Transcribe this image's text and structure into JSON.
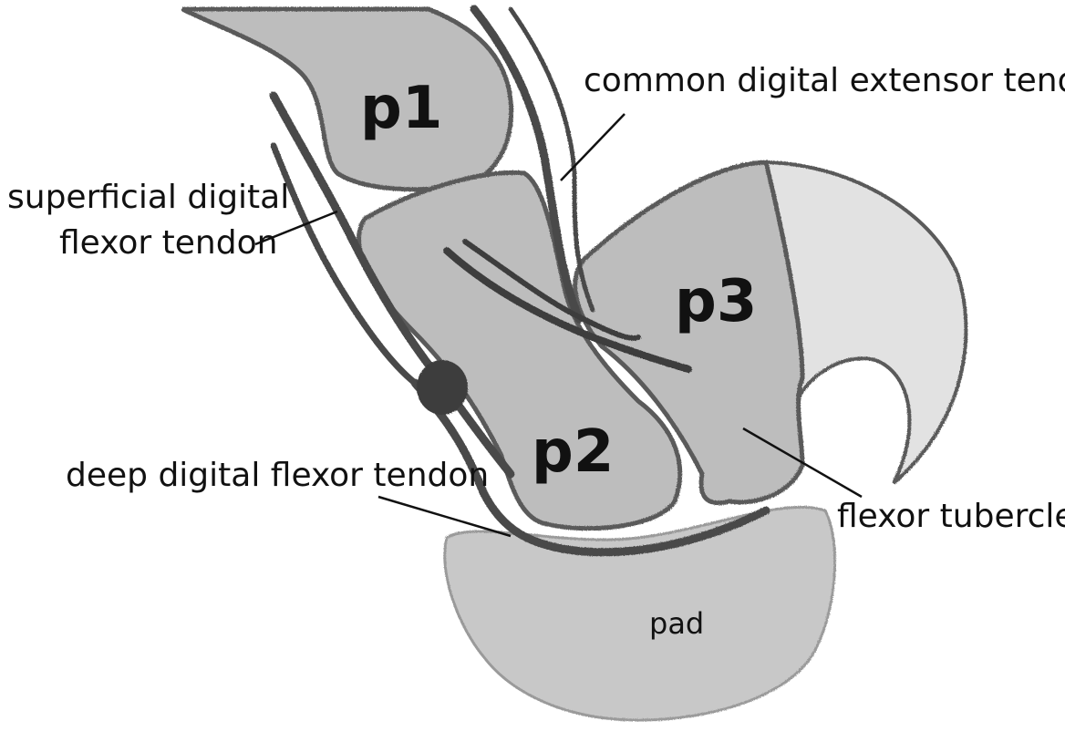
{
  "labels": {
    "p1": "p1",
    "p2": "p2",
    "p3": "p3",
    "pad": "pad",
    "common_extensor": "common digital extensor tendon",
    "superficial_flexor_line1": "superficial digital",
    "superficial_flexor_line2": "flexor tendon",
    "deep_flexor": "deep digital flexor tendon",
    "flexor_tubercle": "flexor tubercle"
  },
  "colors": {
    "background": "#ffffff",
    "bone_fill": "#bdbdbd",
    "bone_outline": "#5a5a5a",
    "tendon": "#4a4a4a",
    "pad_fill": "#c8c8c8",
    "claw_fill": "#e2e2e2",
    "leader_line": "#111111"
  }
}
